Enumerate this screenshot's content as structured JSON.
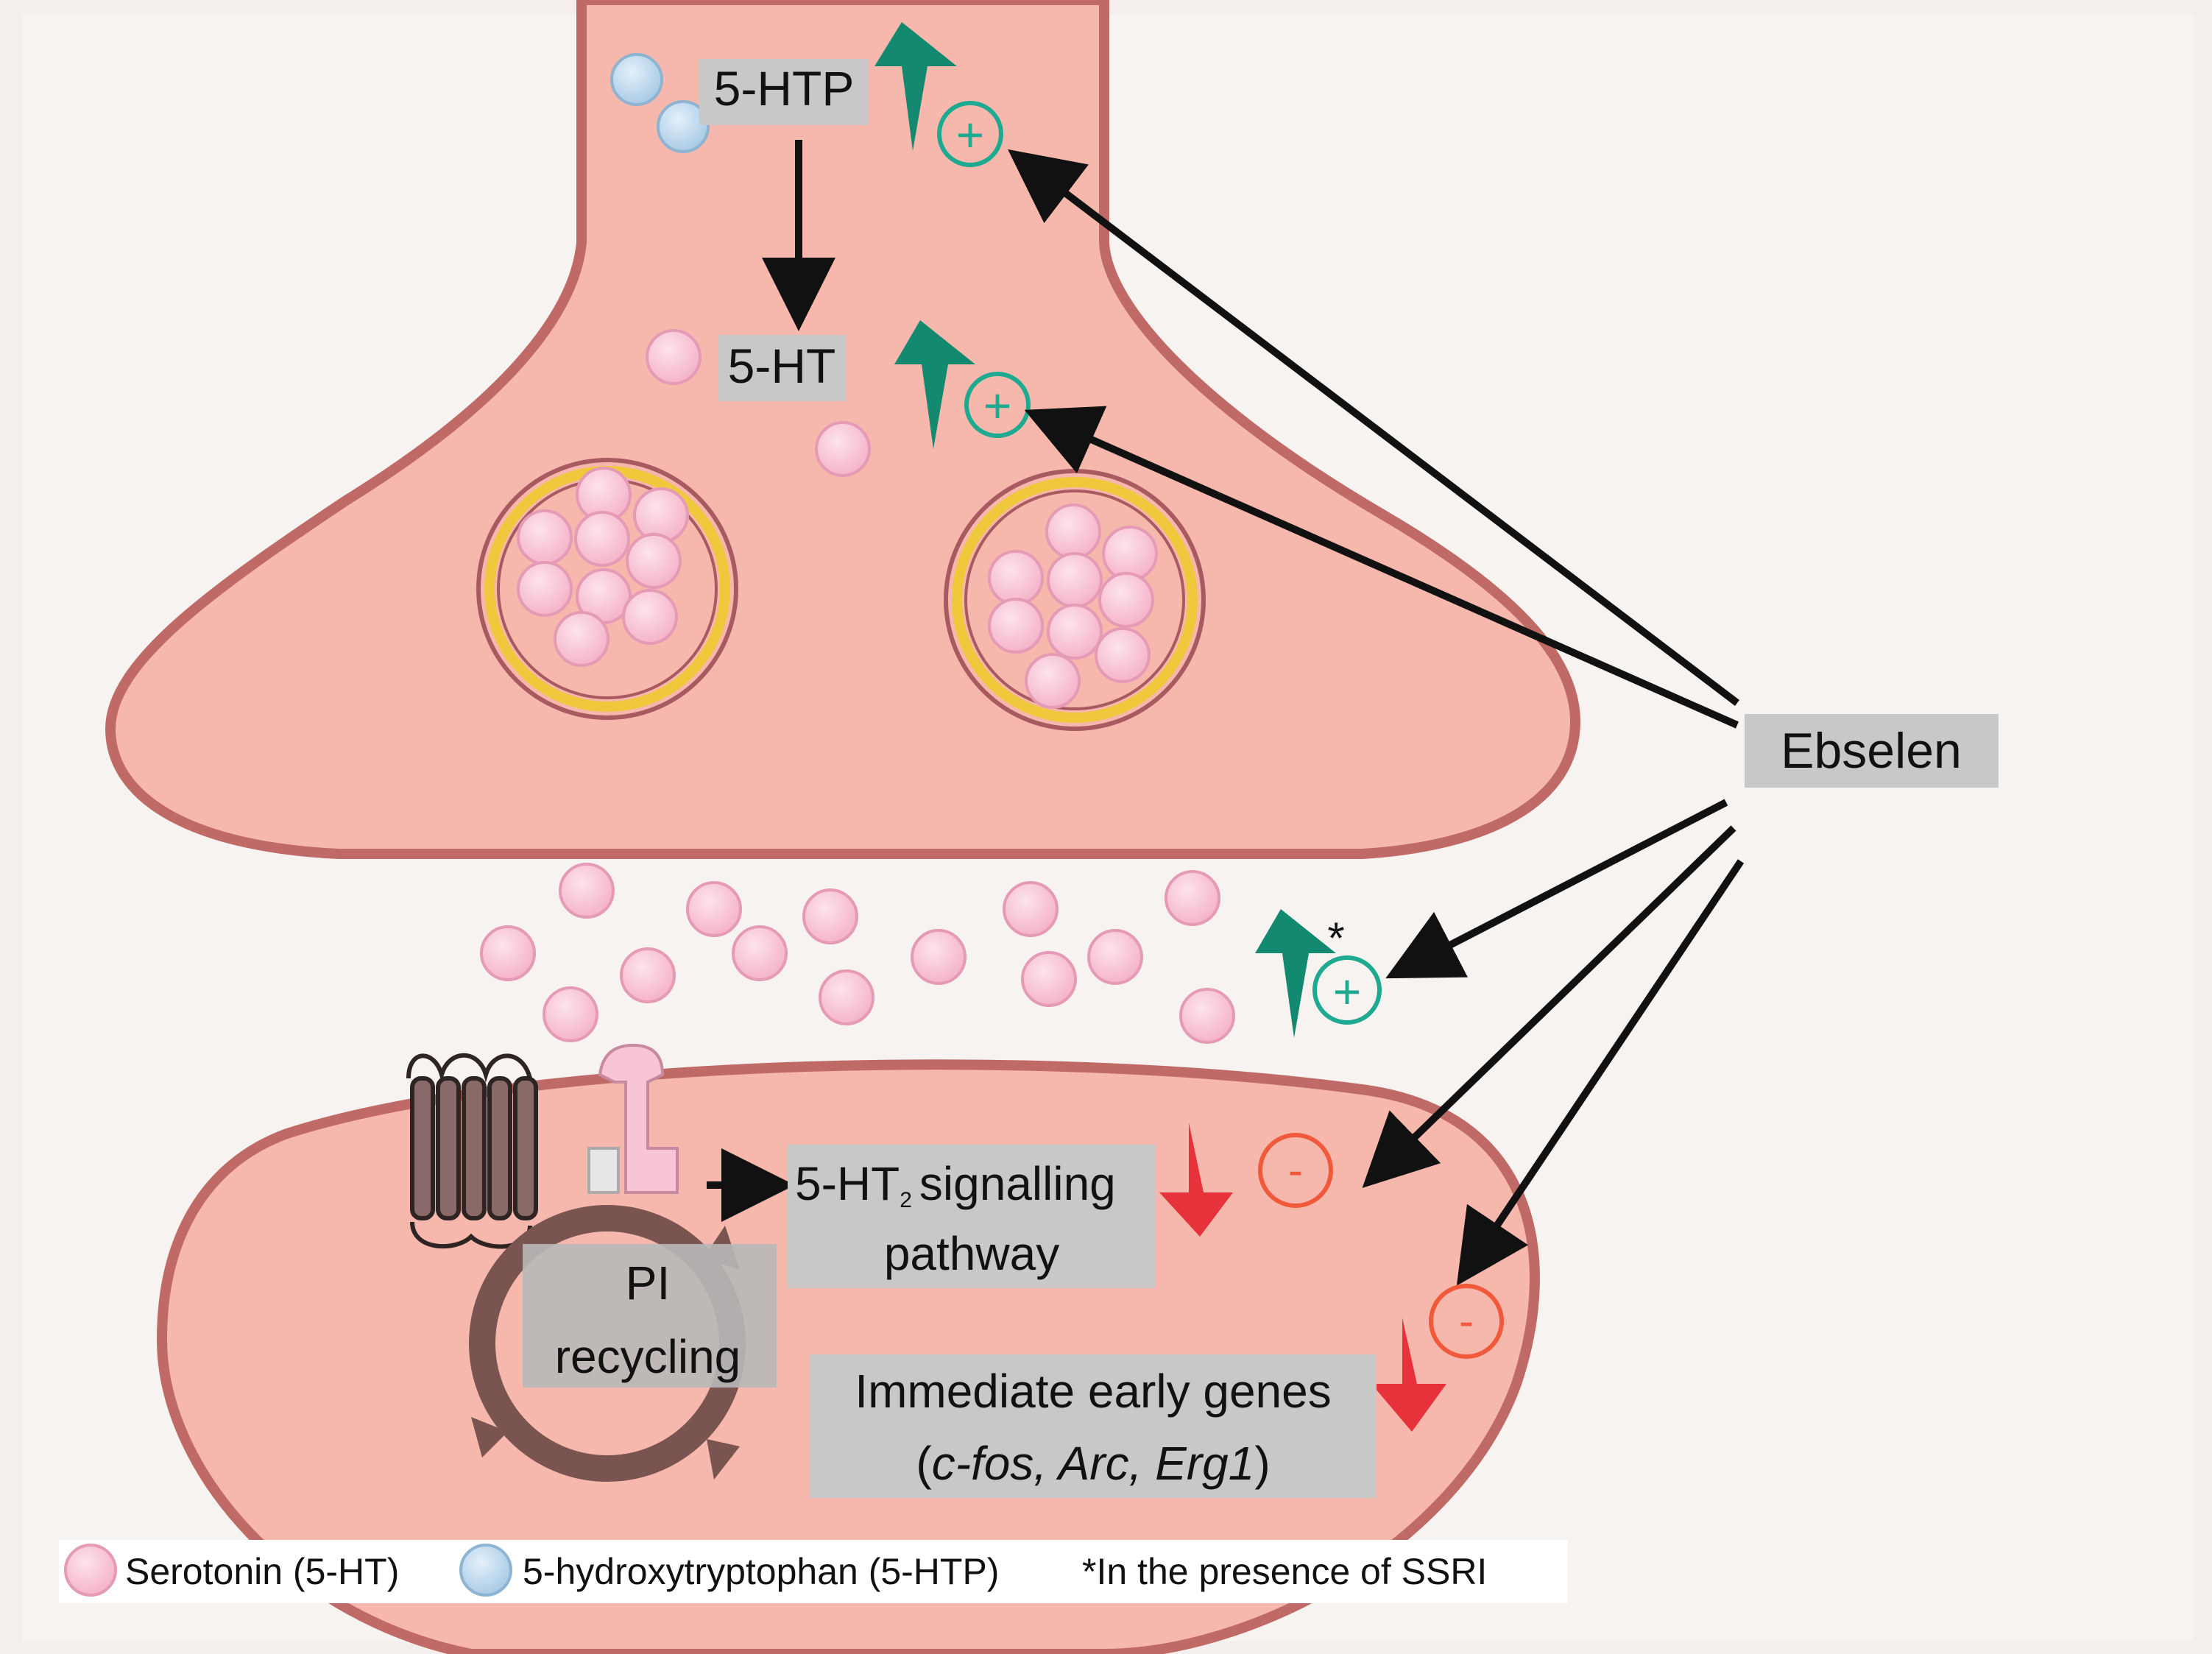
{
  "labels": {
    "htp": "5-HTP",
    "ht": "5-HT",
    "ebselen": "Ebselen",
    "signalling_main": "5-HT",
    "signalling_sub": "2",
    "signalling_rest": "signalling",
    "signalling_line2": "pathway",
    "pi_line1": "PI",
    "pi_line2": "recycling",
    "ieg_line1": "Immediate early genes",
    "ieg_open": "(",
    "ieg_genes": "c-fos, Arc, Erg1",
    "ieg_close": ")",
    "plus": "+",
    "minus": "-",
    "asterisk": "*"
  },
  "legend": {
    "serotonin": "Serotonin (5-HT)",
    "htp": "5-hydroxytryptophan (5-HTP)",
    "ssri_note": "*In the presence of SSRI"
  },
  "colors": {
    "membrane_fill": "#f6b8ac",
    "membrane_stroke": "#c06a68",
    "serotonin": "#f8c5d6",
    "htp": "#bcd8ee",
    "increase": "#138a70",
    "decrease": "#e8323b",
    "plus_circle": "#1eaa90",
    "minus_circle": "#f05a3a",
    "label_box": "#c8c8c8",
    "vesicle_ring": "#f0c83c"
  }
}
